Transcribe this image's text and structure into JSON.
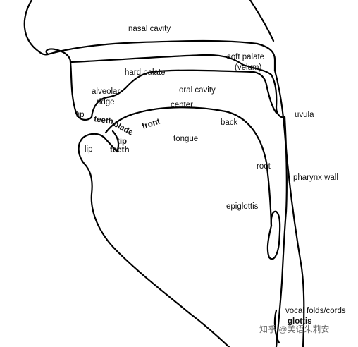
{
  "labels": {
    "nasal_cavity": "nasal cavity",
    "soft_palate": "soft palate",
    "velum": "(velum)",
    "hard_palate": "hard palate",
    "alveolar": "alveolar",
    "ridge": "ridge",
    "oral_cavity": "oral cavity",
    "uvula": "uvula",
    "lip_upper": "lip",
    "teeth_upper": "teeth",
    "blade": "blade",
    "front": "front",
    "center": "center",
    "back": "back",
    "tip": "tip",
    "teeth_lower": "teeth",
    "lip_lower": "lip",
    "tongue": "tongue",
    "root": "root",
    "pharynx_wall": "pharynx wall",
    "epiglottis": "epiglottis",
    "vocal_folds": "vocal folds/cords",
    "glottis": "glottis"
  },
  "watermark": "知乎 @美语朱莉安"
}
